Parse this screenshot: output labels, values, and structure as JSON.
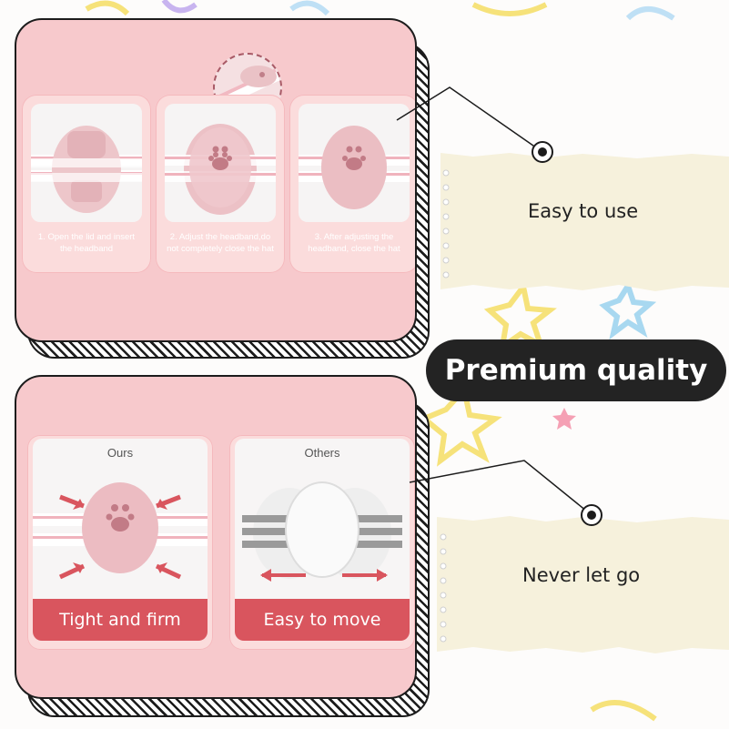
{
  "steps": [
    {
      "line1": "1. Open the lid and insert",
      "line2": "the headband"
    },
    {
      "line1": "2. Adjust the headband,do",
      "line2": "not completely close the hat"
    },
    {
      "line1": "3. After adjusting the",
      "line2": "headband, close the hat"
    }
  ],
  "features": {
    "easy_to_use": "Easy to use",
    "premium_quality": "Premium quality",
    "never_let_go": "Never let go"
  },
  "comparison": {
    "ours": {
      "header": "Ours",
      "caption": "Tight and firm"
    },
    "others": {
      "header": "Others",
      "caption": "Easy to move"
    }
  },
  "colors": {
    "panel_pink": "#f7c9cc",
    "accent_red": "#d9555e",
    "pill_dark": "#232323",
    "paper_note": "#f6f1dc"
  }
}
